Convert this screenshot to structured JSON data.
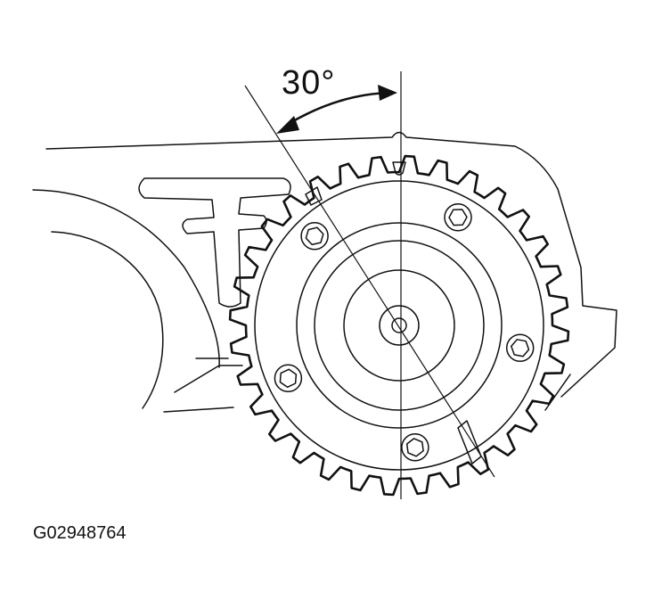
{
  "diagram": {
    "angle_label": "30°",
    "figure_id": "G02948764"
  },
  "angle": {
    "degrees": 30
  },
  "sprocket": {
    "tooth_count": 32,
    "bolt_count": 5
  }
}
